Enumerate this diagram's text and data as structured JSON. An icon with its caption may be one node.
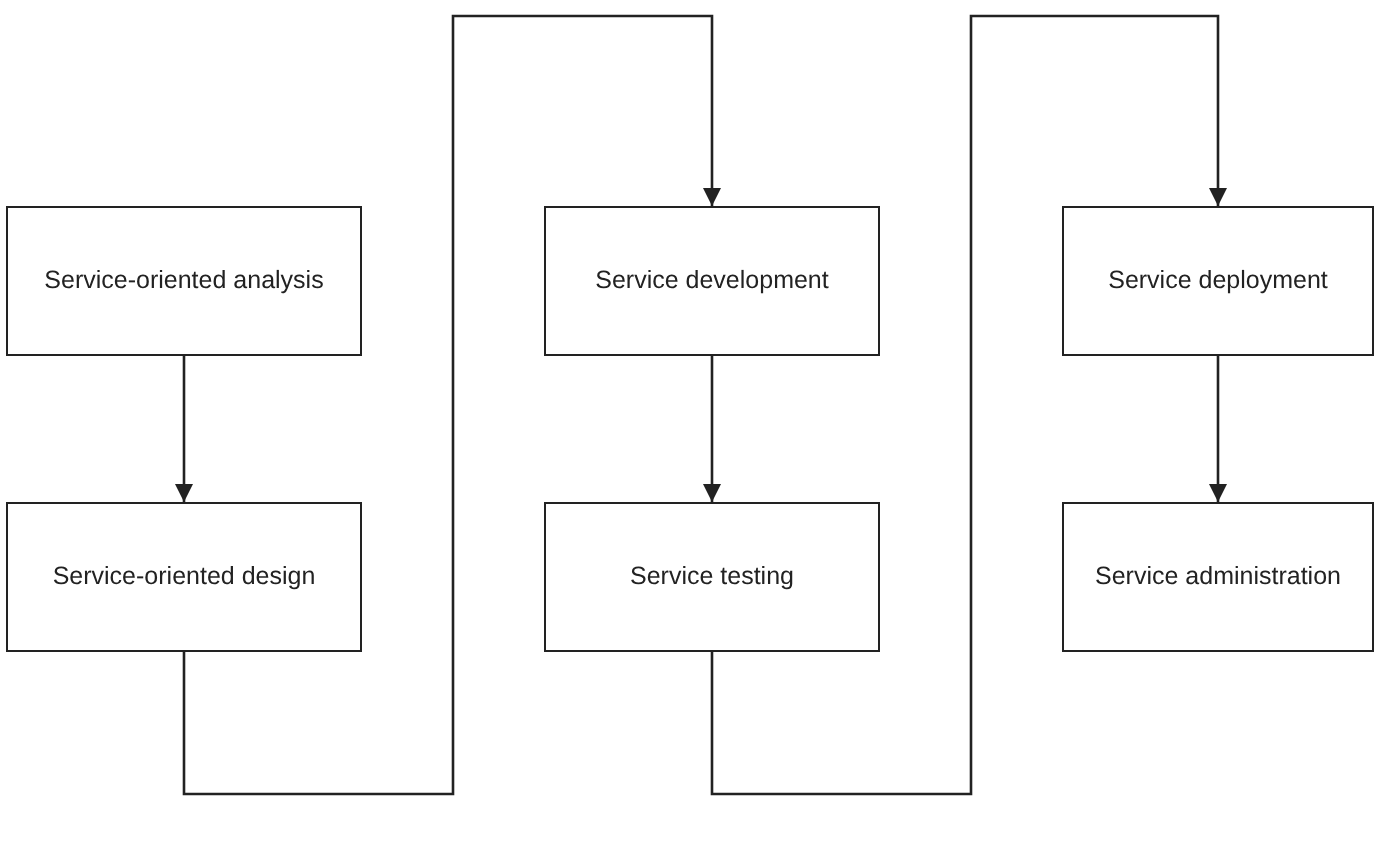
{
  "diagram": {
    "nodes": [
      {
        "text": [
          "Service-oriented analysis"
        ]
      },
      {
        "text": [
          "Service-oriented design"
        ]
      },
      {
        "text": [
          "Service development"
        ]
      },
      {
        "text": [
          "Service testing"
        ]
      },
      {
        "text": [
          "Service deployment"
        ]
      },
      {
        "text": [
          "Service administration"
        ]
      }
    ],
    "edges": [
      {
        "from": 0,
        "to": 1,
        "arrow": "to"
      },
      {
        "from": 1,
        "to": 2,
        "arrow": "to"
      },
      {
        "from": 2,
        "to": 3,
        "arrow": "to"
      },
      {
        "from": 3,
        "to": 4,
        "arrow": "to"
      },
      {
        "from": 4,
        "to": 5,
        "arrow": "to"
      }
    ]
  }
}
